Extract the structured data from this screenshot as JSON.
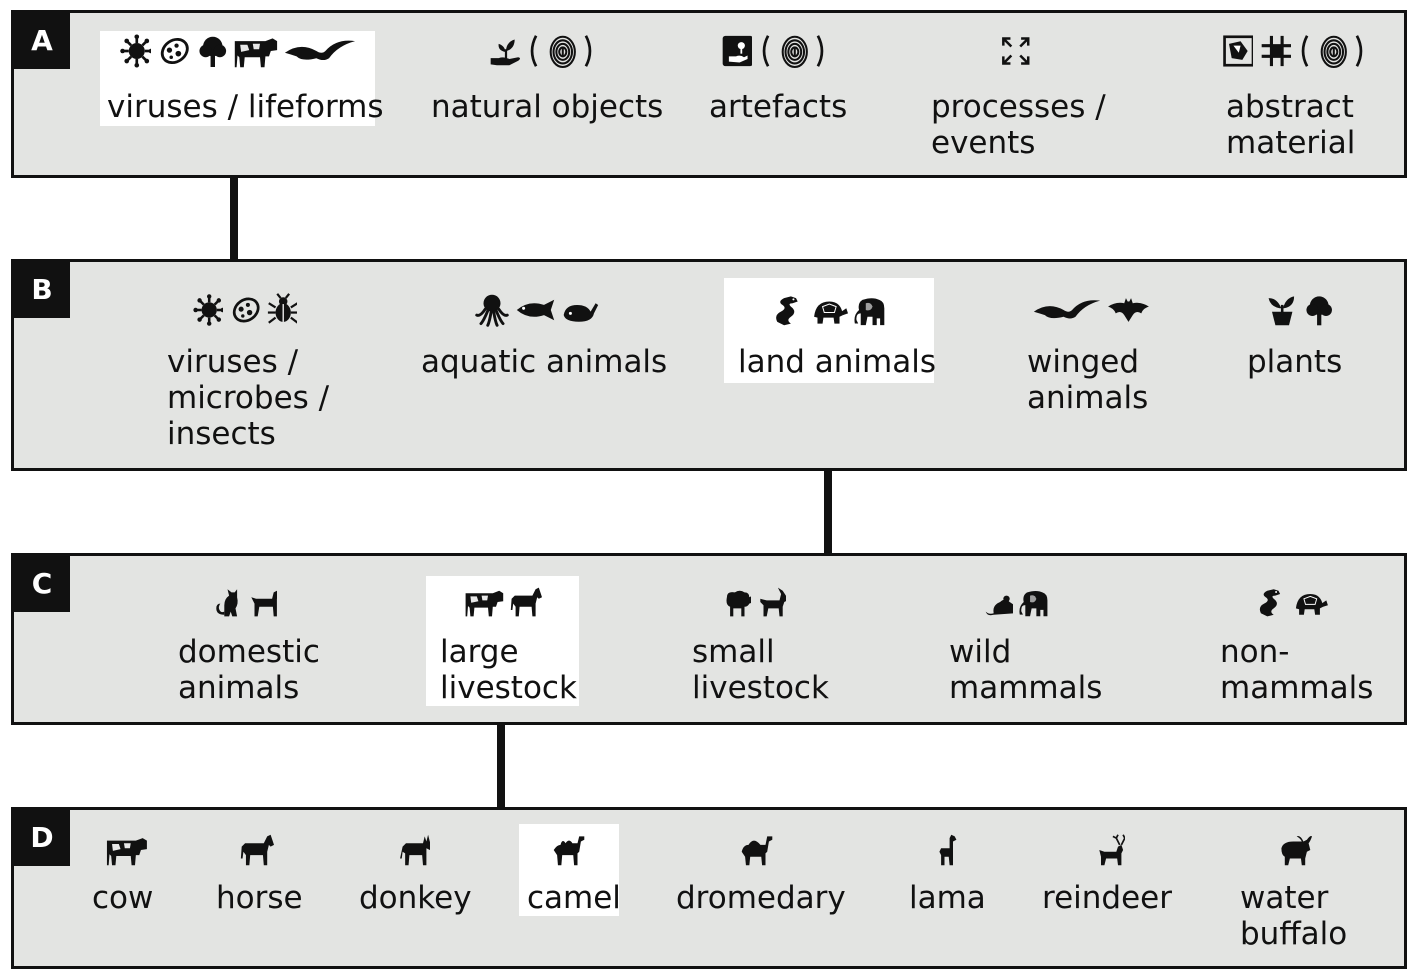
{
  "panel_a": {
    "label": "A",
    "items": [
      {
        "label": "viruses / lifeforms",
        "icons": [
          "virus-icon",
          "microbe-icon",
          "tree-icon",
          "cow-icon",
          "bird-icon"
        ],
        "selected": true
      },
      {
        "label": "natural objects",
        "icons": [
          "hand-sprout-icon",
          "paren-open",
          "fingerprint-icon",
          "paren-close"
        ]
      },
      {
        "label": "artefacts",
        "icons": [
          "artefact-icon",
          "paren-open",
          "fingerprint-icon",
          "paren-close"
        ]
      },
      {
        "label": "processes /\nevents",
        "icons": [
          "arrows-icon"
        ]
      },
      {
        "label": "abstract\nmaterial",
        "icons": [
          "abstract-image-icon",
          "grid-icon",
          "paren-open",
          "fingerprint-icon",
          "paren-close"
        ]
      }
    ]
  },
  "panel_b": {
    "label": "B",
    "items": [
      {
        "label": "viruses /\nmicrobes /\ninsects",
        "icons": [
          "virus-icon",
          "microbe-icon",
          "bug-icon"
        ]
      },
      {
        "label": "aquatic animals",
        "icons": [
          "octopus-icon",
          "fish-icon",
          "whale-icon"
        ]
      },
      {
        "label": "land animals",
        "icons": [
          "snake-icon",
          "turtle-icon",
          "elephant-icon"
        ],
        "selected": true
      },
      {
        "label": "winged\nanimals",
        "icons": [
          "bird-icon",
          "bat-icon"
        ]
      },
      {
        "label": "plants",
        "icons": [
          "potted-plant-icon",
          "tree-icon"
        ]
      }
    ]
  },
  "panel_c": {
    "label": "C",
    "items": [
      {
        "label": "domestic\nanimals",
        "icons": [
          "cat-icon",
          "dog-icon"
        ]
      },
      {
        "label": "large\nlivestock",
        "icons": [
          "cow-icon",
          "horse-icon"
        ],
        "selected": true
      },
      {
        "label": "small\nlivestock",
        "icons": [
          "sheep-icon",
          "goat-icon"
        ]
      },
      {
        "label": "wild\nmammals",
        "icons": [
          "mouse-icon",
          "elephant-icon"
        ]
      },
      {
        "label": "non-\nmammals",
        "icons": [
          "snake-icon",
          "turtle-icon"
        ]
      }
    ]
  },
  "panel_d": {
    "label": "D",
    "items": [
      {
        "label": "cow",
        "icons": [
          "cow-icon"
        ]
      },
      {
        "label": "horse",
        "icons": [
          "horse-icon"
        ]
      },
      {
        "label": "donkey",
        "icons": [
          "donkey-icon"
        ]
      },
      {
        "label": "camel",
        "icons": [
          "camel-icon"
        ],
        "selected": true
      },
      {
        "label": "dromedary",
        "icons": [
          "dromedary-icon"
        ]
      },
      {
        "label": "lama",
        "icons": [
          "lama-icon"
        ]
      },
      {
        "label": "reindeer",
        "icons": [
          "reindeer-icon"
        ]
      },
      {
        "label": "water\nbuffalo",
        "icons": [
          "water-buffalo-icon"
        ]
      }
    ]
  },
  "colors": {
    "panel_bg": "#e3e4e2",
    "highlight_bg": "#ffffff",
    "ink": "#111111"
  }
}
